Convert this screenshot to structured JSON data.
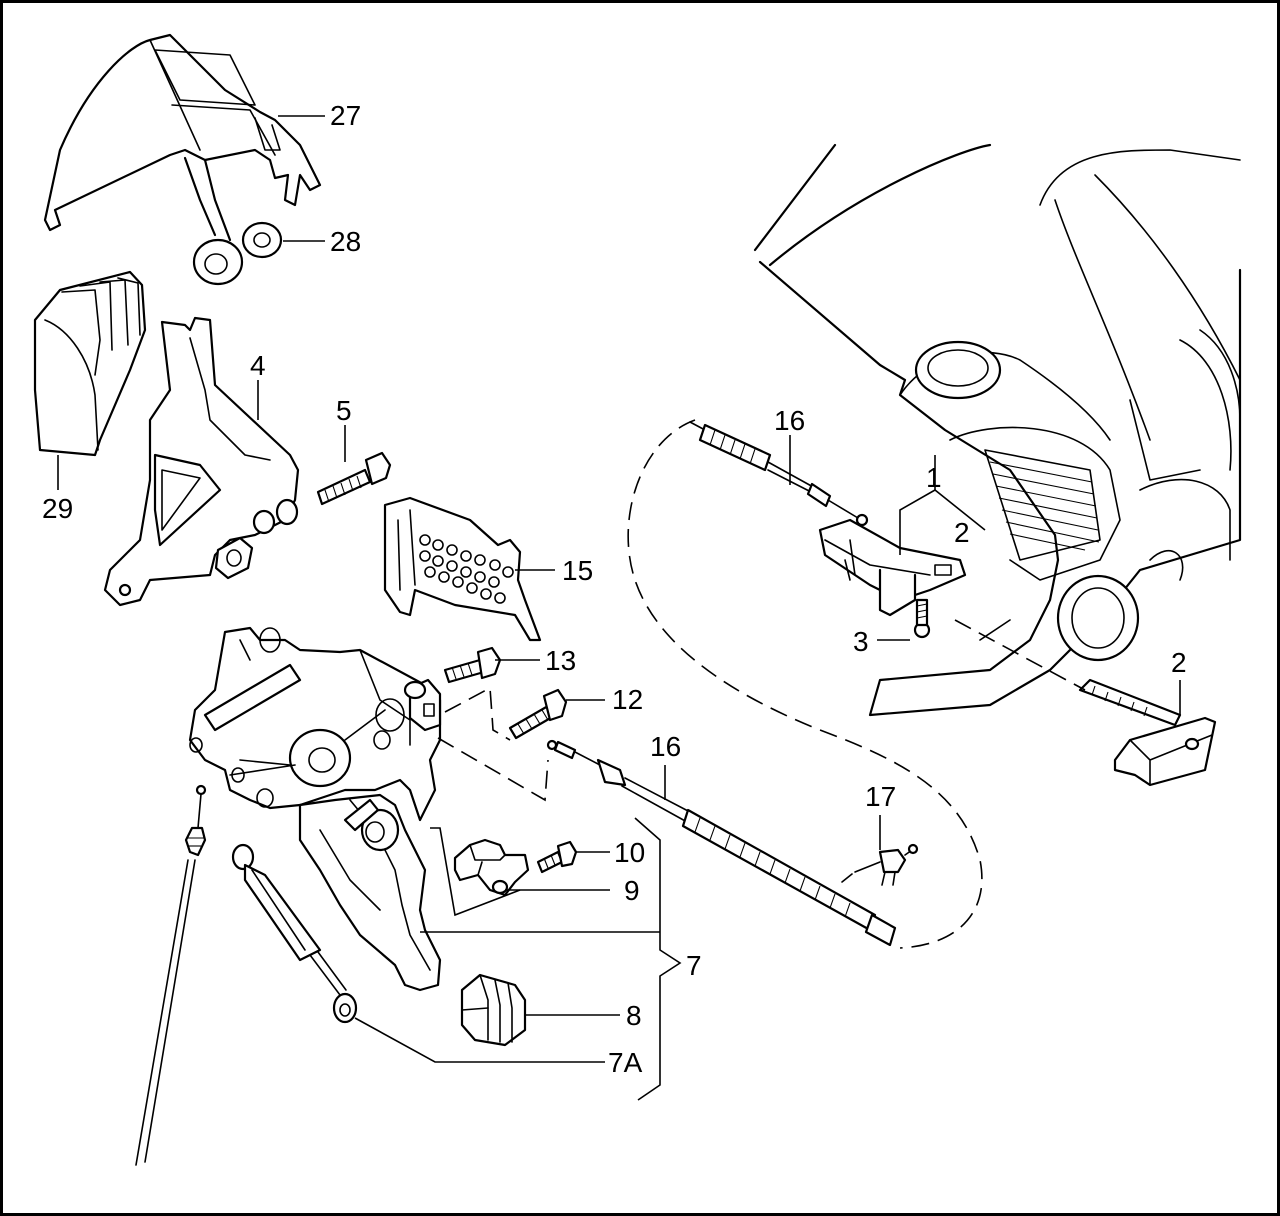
{
  "callouts": {
    "c27": "27",
    "c28": "28",
    "c29": "29",
    "c4": "4",
    "c5": "5",
    "c15": "15",
    "c16a": "16",
    "c1": "1",
    "c2a": "2",
    "c3": "3",
    "c2b": "2",
    "c13": "13",
    "c12": "12",
    "c16b": "16",
    "c17": "17",
    "c10": "10",
    "c9": "9",
    "c7": "7",
    "c8": "8",
    "c7A": "7A"
  }
}
